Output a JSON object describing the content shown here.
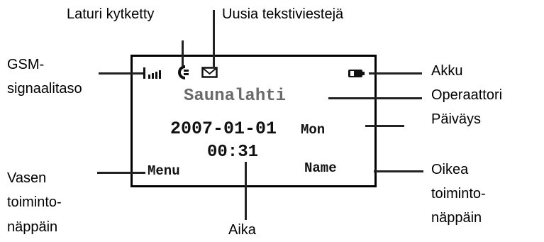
{
  "labels": {
    "charger": "Laturi kytketty",
    "new_sms": "Uusia tekstiviestejä",
    "gsm_line1": "GSM-",
    "gsm_line2": "signaalitaso",
    "battery": "Akku",
    "operator": "Operaattori",
    "date": "Päiväys",
    "left_key_line1": "Vasen",
    "left_key_line2": "toiminto-",
    "left_key_line3": "näppäin",
    "right_key_line1": "Oikea",
    "right_key_line2": "toiminto-",
    "right_key_line3": "näppäin",
    "time": "Aika"
  },
  "screen": {
    "operator_name": "Saunalahti",
    "date_value": "2007-01-01",
    "weekday": "Mon",
    "time_value": "00:31",
    "left_softkey": "Menu",
    "right_softkey": "Name"
  },
  "icons": [
    "signal-icon",
    "charger-icon",
    "envelope-icon",
    "battery-icon"
  ],
  "colors": {
    "screen_text": "#111111",
    "operator_text": "#6a6a6a",
    "lines": "#222222"
  }
}
